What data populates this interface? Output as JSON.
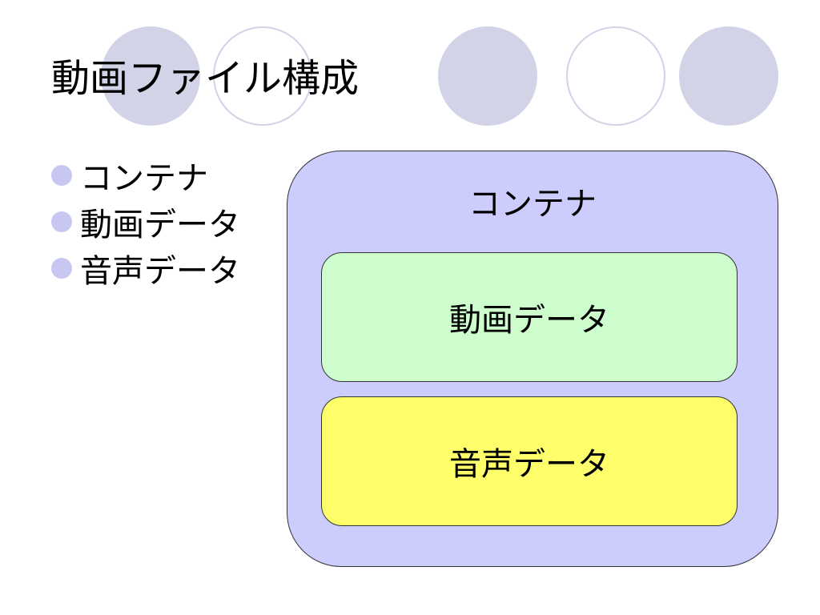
{
  "slide": {
    "title": "動画ファイル構成",
    "bullets": [
      "コンテナ",
      "動画データ",
      "音声データ"
    ]
  },
  "diagram": {
    "container_label": "コンテナ",
    "video_label": "動画データ",
    "audio_label": "音声データ"
  },
  "colors": {
    "decoration_circle": "#d3d3e8",
    "bullet_dot": "#c7c7f1",
    "container_fill": "#cccdfc",
    "video_fill": "#cdfccd",
    "audio_fill": "#fefe6b",
    "border": "#333333"
  }
}
